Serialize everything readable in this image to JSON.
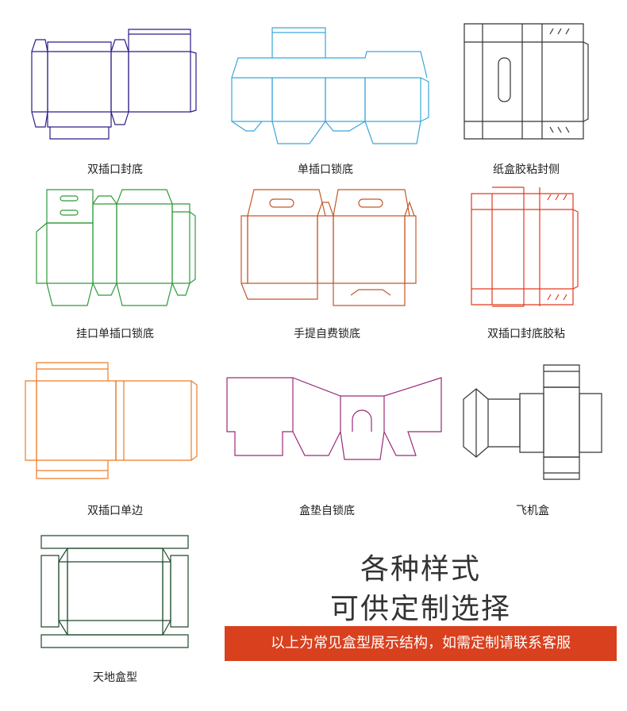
{
  "boxes": [
    {
      "label": "双插口封底",
      "color": "#2b1f86"
    },
    {
      "label": "单插口锁底",
      "color": "#3aa6dc"
    },
    {
      "label": "纸盒胶粘封侧",
      "color": "#333333"
    },
    {
      "label": "挂口单插口锁底",
      "color": "#2e9a3a"
    },
    {
      "label": "手提自费锁底",
      "color": "#c4582a"
    },
    {
      "label": "双插口封底胶粘",
      "color": "#e23a1e"
    },
    {
      "label": "双插口单边",
      "color": "#ef7b22"
    },
    {
      "label": "盒垫自锁底",
      "color": "#9b2a7a"
    },
    {
      "label": "飞机盒",
      "color": "#333333"
    },
    {
      "label": "天地盒型",
      "color": "#1f4a2a"
    }
  ],
  "headline": {
    "line1": "各种样式",
    "line2": "可供定制选择"
  },
  "banner": "以上为常见盒型展示结构，如需定制请联系客服"
}
